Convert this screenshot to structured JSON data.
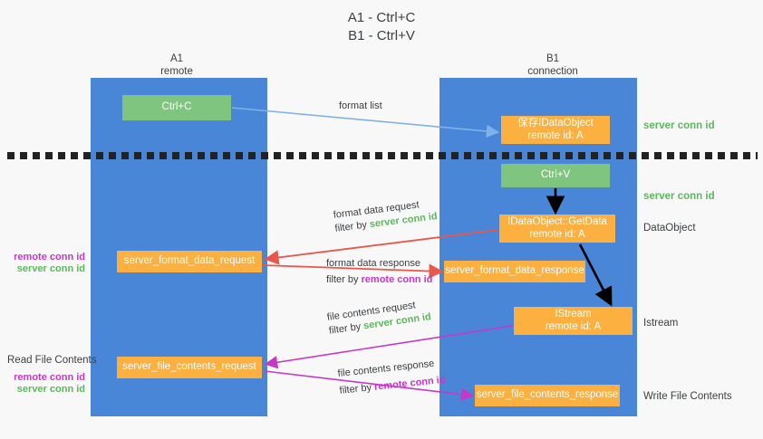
{
  "title": {
    "line1": "A1 - Ctrl+C",
    "line2": "B1 - Ctrl+V"
  },
  "lanes": [
    {
      "id": "a1",
      "name": "A1",
      "role": "remote",
      "color": "#4a86d8"
    },
    {
      "id": "b1",
      "name": "B1",
      "role": "connection",
      "color": "#4a86d8"
    }
  ],
  "colors": {
    "lane": "#4a86d8",
    "green_node": "#7fc47f",
    "orange_node": "#fbb040",
    "server_conn_id": "#5cb85c",
    "remote_conn_id": "#c738c7",
    "red_arrow": "#e8574a",
    "magenta_arrow": "#c738c7",
    "blue_arrow": "#7fb3e8",
    "black_arrow": "#000000",
    "background": "#f8f8f8"
  },
  "nodes": {
    "ctrl_c": {
      "label": "Ctrl+C"
    },
    "save_idataobject": {
      "line1": "保存IDataObject",
      "line2": "remote id: A"
    },
    "ctrl_v": {
      "label": "Ctrl+V"
    },
    "getdata": {
      "line1": "IDataObject::GetData",
      "line2": "remote id: A"
    },
    "istream": {
      "line1": "IStream",
      "line2": "remote id: A"
    },
    "server_format_data_request": {
      "label": "server_format_data_request"
    },
    "server_format_data_response": {
      "label": "server_format_data_response"
    },
    "server_file_contents_request": {
      "label": "server_file_contents_request"
    },
    "server_file_contents_response": {
      "label": "server_file_contents_response"
    }
  },
  "flows": [
    {
      "id": "format_list",
      "label": "format list",
      "filter_prefix": "",
      "filter_token": "",
      "color": "#7fb3e8"
    },
    {
      "id": "format_data_request",
      "label": "format data request",
      "filter_prefix": "filter by ",
      "filter_token": "server conn id",
      "token_color": "#5cb85c",
      "color": "#e8574a"
    },
    {
      "id": "format_data_response",
      "label": "format data response",
      "filter_prefix": "filter by ",
      "filter_token": "remote conn id",
      "token_color": "#c738c7",
      "color": "#e8574a"
    },
    {
      "id": "file_contents_request",
      "label": "file contents request",
      "filter_prefix": "filter by ",
      "filter_token": "server conn id",
      "token_color": "#5cb85c",
      "color": "#c738c7"
    },
    {
      "id": "file_contents_response",
      "label": "file contents response",
      "filter_prefix": "filter by ",
      "filter_token": "remote conn id",
      "token_color": "#c738c7",
      "color": "#c738c7"
    }
  ],
  "annotations": {
    "right": [
      {
        "id": "server_conn_id_top",
        "text": "server conn id",
        "kind": "server"
      },
      {
        "id": "server_conn_id_mid",
        "text": "server conn id",
        "kind": "server"
      },
      {
        "id": "dataobject",
        "text": "DataObject",
        "kind": "plain"
      },
      {
        "id": "istream",
        "text": "Istream",
        "kind": "plain"
      },
      {
        "id": "write_file_contents",
        "text": "Write File Contents",
        "kind": "plain"
      }
    ],
    "left": {
      "pair_top": {
        "remote": "remote conn id",
        "server": "server conn id"
      },
      "read_file_contents": "Read File Contents",
      "pair_bottom": {
        "remote": "remote conn id",
        "server": "server conn id"
      }
    }
  }
}
